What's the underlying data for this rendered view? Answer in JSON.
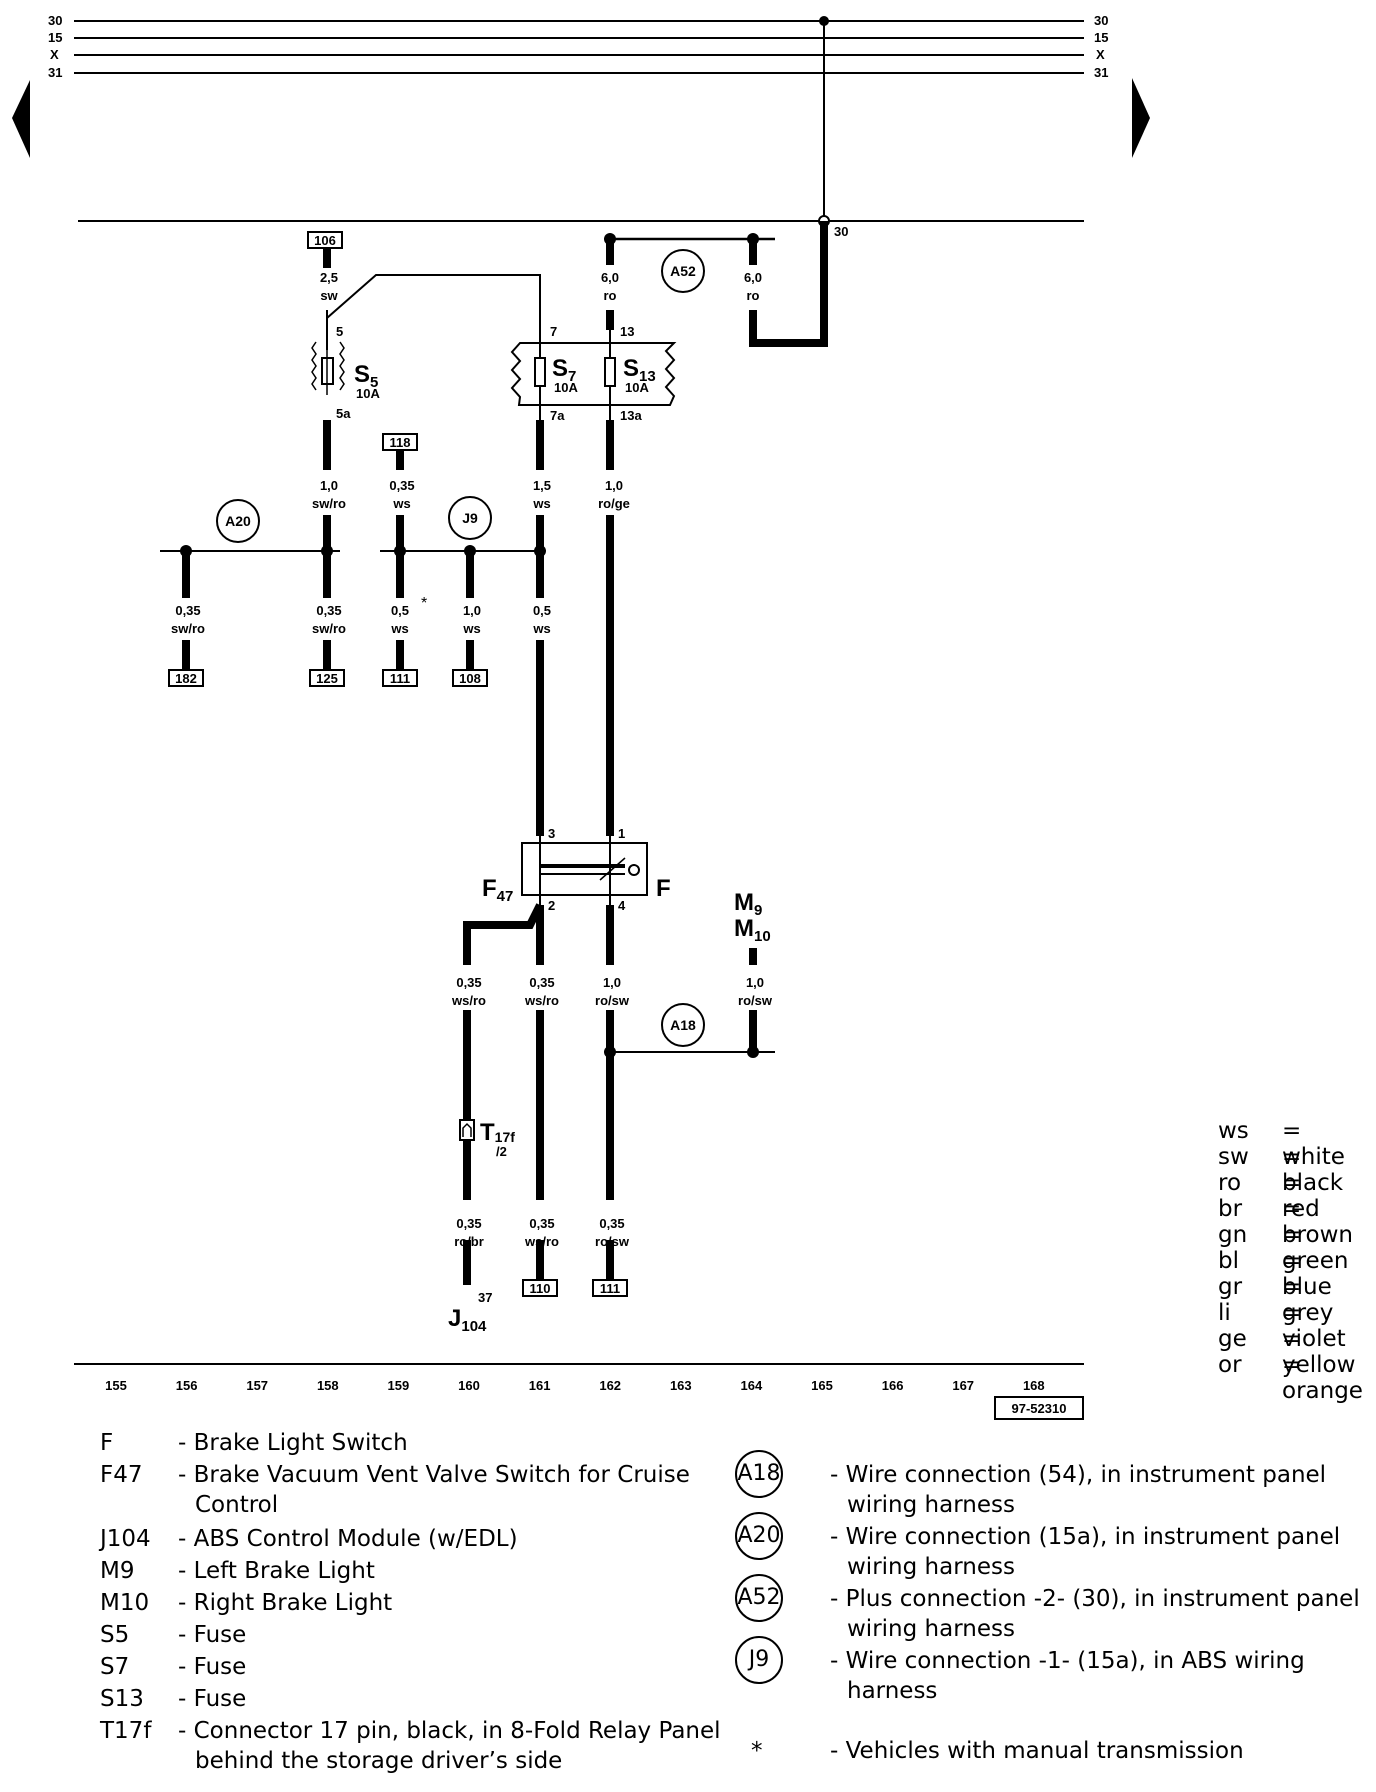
{
  "bus_labels": [
    "30",
    "15",
    "X",
    "31"
  ],
  "refs": {
    "r106": "106",
    "r118": "118",
    "r182": "182",
    "r125": "125",
    "r111a": "111",
    "r108": "108",
    "r110": "110",
    "r111b": "111",
    "doc_id": "97-52310"
  },
  "connections": {
    "A52": "A52",
    "A20": "A20",
    "J9": "J9",
    "A18": "A18"
  },
  "components": {
    "S5": {
      "name": "S",
      "sub": "5",
      "rating": "10A"
    },
    "S7": {
      "name": "S",
      "sub": "7",
      "rating": "10A"
    },
    "S13": {
      "name": "S",
      "sub": "13",
      "rating": "10A"
    },
    "F47": {
      "name": "F",
      "sub": "47"
    },
    "F": {
      "name": "F"
    },
    "M9": {
      "name": "M",
      "sub": "9"
    },
    "M10": {
      "name": "M",
      "sub": "10"
    },
    "T17f": {
      "name": "T",
      "sub": "17f",
      "pin": "/2"
    },
    "J104": {
      "name": "J",
      "sub": "104"
    }
  },
  "pins": {
    "p30": "30",
    "p5": "5",
    "p5a": "5a",
    "p7": "7",
    "p13": "13",
    "p7a": "7a",
    "p13a": "13a",
    "p3": "3",
    "p1": "1",
    "p2": "2",
    "p4": "4",
    "p37": "37"
  },
  "wires": {
    "w_a52_l": [
      "6,0",
      "ro"
    ],
    "w_a52_r": [
      "6,0",
      "ro"
    ],
    "w_s5_in": [
      "2,5",
      "sw"
    ],
    "w_s5_out": [
      "1,0",
      "sw/ro"
    ],
    "w_118": [
      "0,35",
      "ws"
    ],
    "w_s7_out": [
      "1,5",
      "ws"
    ],
    "w_s13_out": [
      "1,0",
      "ro/ge"
    ],
    "w_182": [
      "0,35",
      "sw/ro"
    ],
    "w_125": [
      "0,35",
      "sw/ro"
    ],
    "w_111": [
      "0,5",
      "ws"
    ],
    "w_108": [
      "1,0",
      "ws"
    ],
    "w_fin": [
      "0,5",
      "ws"
    ],
    "w_f2a": [
      "0,35",
      "ws/ro"
    ],
    "w_f2b": [
      "0,35",
      "ws/ro"
    ],
    "w_f4": [
      "1,0",
      "ro/sw"
    ],
    "w_m9": [
      "1,0",
      "ro/sw"
    ],
    "w_j104": [
      "0,35",
      "ro/br"
    ],
    "w_110": [
      "0,35",
      "ws/ro"
    ],
    "w_111b": [
      "0,35",
      "ro/sw"
    ]
  },
  "asterisk": "*",
  "track_numbers": [
    "155",
    "156",
    "157",
    "158",
    "159",
    "160",
    "161",
    "162",
    "163",
    "164",
    "165",
    "166",
    "167",
    "168"
  ],
  "color_codes": [
    {
      "abbr": "ws",
      "name": "white"
    },
    {
      "abbr": "sw",
      "name": "black"
    },
    {
      "abbr": "ro",
      "name": "red"
    },
    {
      "abbr": "br",
      "name": "brown"
    },
    {
      "abbr": "gn",
      "name": "green"
    },
    {
      "abbr": "bl",
      "name": "blue"
    },
    {
      "abbr": "gr",
      "name": "grey"
    },
    {
      "abbr": "li",
      "name": "violet"
    },
    {
      "abbr": "ge",
      "name": "yellow"
    },
    {
      "abbr": "or",
      "name": "orange"
    }
  ],
  "legend_left": [
    {
      "code": "F",
      "desc": "- Brake Light Switch"
    },
    {
      "code": "F47",
      "desc": "- Brake Vacuum Vent Valve Switch for Cruise",
      "desc2": "Control"
    },
    {
      "code": "J104",
      "desc": "- ABS Control Module (w/EDL)"
    },
    {
      "code": "M9",
      "desc": "- Left Brake Light"
    },
    {
      "code": "M10",
      "desc": "- Right Brake Light"
    },
    {
      "code": "S5",
      "desc": "- Fuse"
    },
    {
      "code": "S7",
      "desc": "- Fuse"
    },
    {
      "code": "S13",
      "desc": "- Fuse"
    },
    {
      "code": "T17f",
      "desc": "- Connector 17 pin, black, in 8-Fold Relay Panel",
      "desc2": "behind the storage driver’s side"
    }
  ],
  "legend_right": [
    {
      "code": "A18",
      "desc": "- Wire connection (54), in instrument panel",
      "desc2": "wiring harness"
    },
    {
      "code": "A20",
      "desc": "- Wire connection (15a), in instrument panel",
      "desc2": "wiring harness"
    },
    {
      "code": "A52",
      "desc": "- Plus connection -2- (30), in instrument panel",
      "desc2": "wiring harness"
    },
    {
      "code": "J9",
      "desc": "- Wire connection -1- (15a), in ABS wiring",
      "desc2": "harness"
    },
    {
      "code": "*",
      "desc": "- Vehicles with manual transmission"
    }
  ]
}
